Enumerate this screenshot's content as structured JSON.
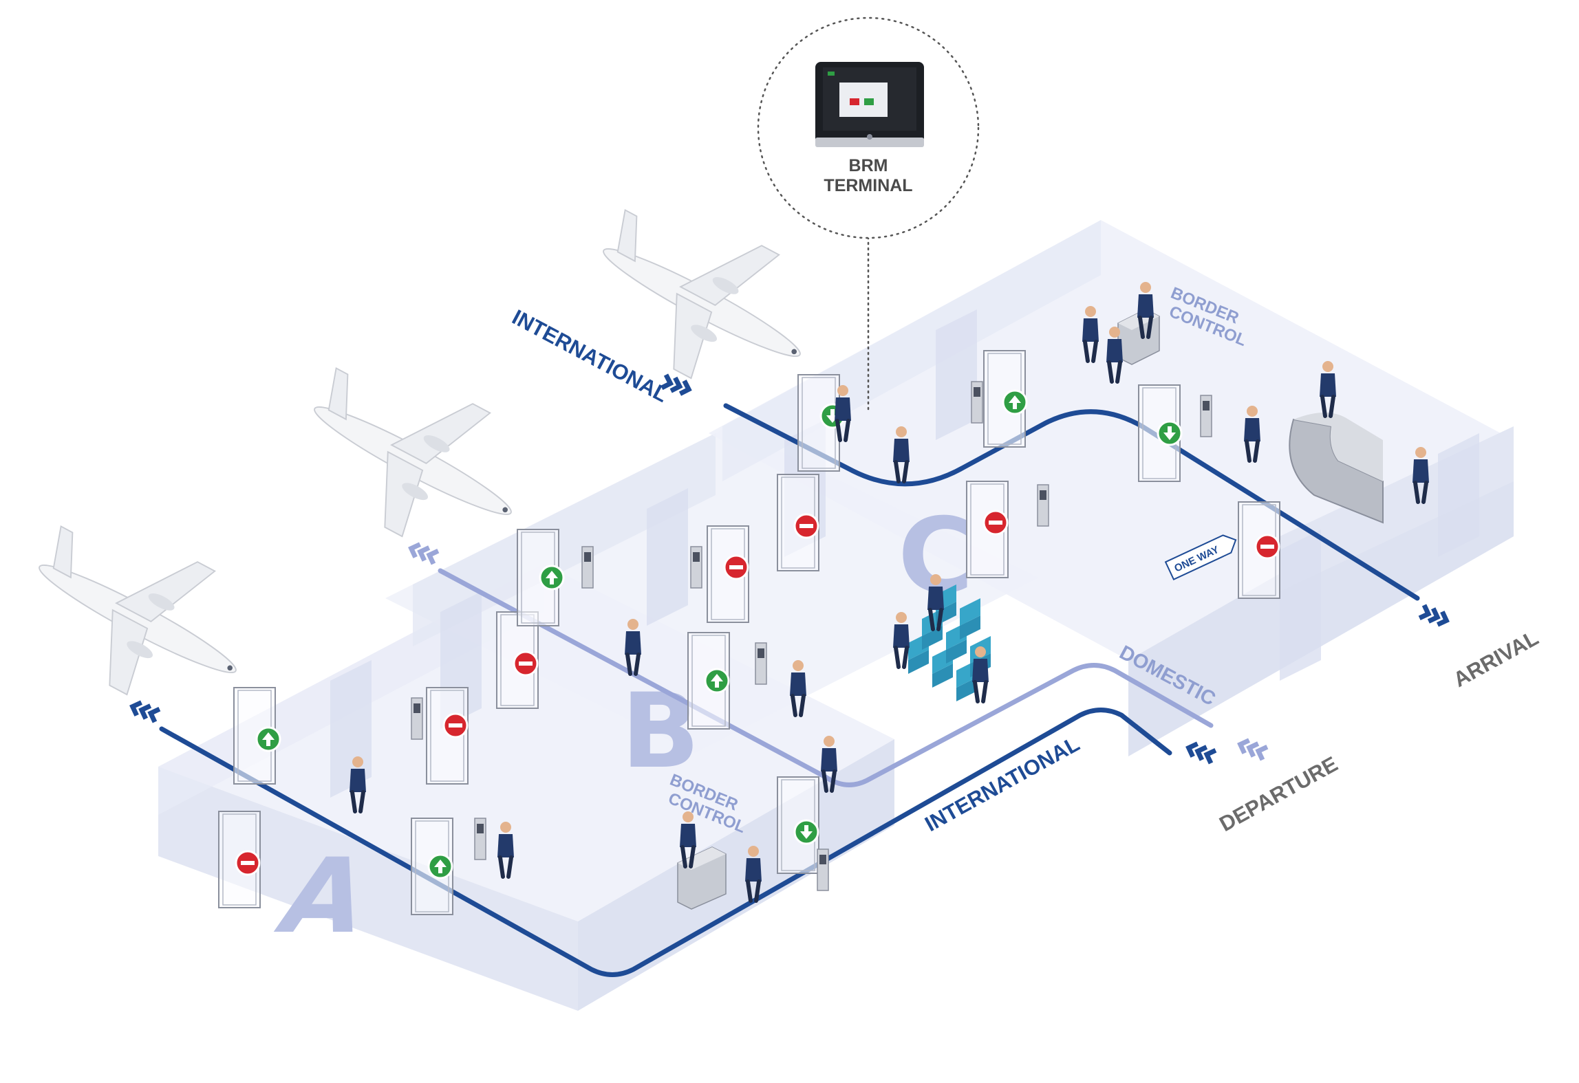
{
  "callout": {
    "line1": "BRM",
    "line2": "TERMINAL"
  },
  "labels": {
    "international_top": "INTERNATIONAL",
    "international_bottom": "INTERNATIONAL",
    "domestic": "DOMESTIC",
    "arrival": "ARRIVAL",
    "departure": "DEPARTURE",
    "border_control_top": "BORDER CONTROL",
    "border_control_bottom": "BORDER CONTROL",
    "one_way": "ONE WAY"
  },
  "zones": {
    "a": "A",
    "b": "B",
    "c": "C"
  },
  "colors": {
    "route_dark": "#1e4b95",
    "route_light": "#9aa6d8",
    "floor": "#eef1f9",
    "wall": "#d9def0",
    "go_sign": "#2f9e44",
    "stop_sign": "#d7262e",
    "arrival_departure_text": "#6b6b6b"
  },
  "icons": {
    "go_arrow": "green-up-arrow-icon",
    "stop": "red-no-entry-icon",
    "chevrons": "triple-chevron-icon",
    "plane": "airplane-icon"
  }
}
